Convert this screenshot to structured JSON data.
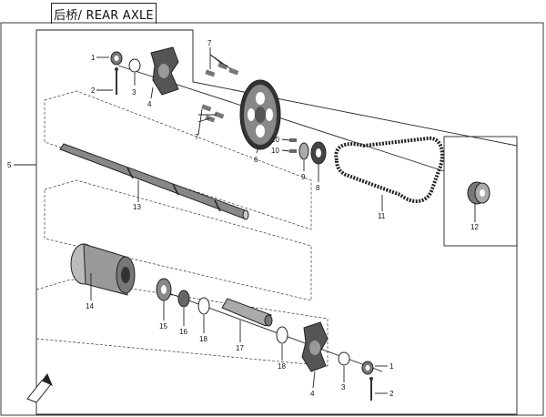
{
  "header": {
    "title": "后桥/ REAR AXLE"
  },
  "callouts": {
    "c1a": "1",
    "c2a": "2",
    "c3a": "3",
    "c4a": "4",
    "c5": "5",
    "c6": "6",
    "c7a": "7",
    "c7b": "7",
    "c8": "8",
    "c9": "9",
    "c10a": "10",
    "c10b": "10",
    "c11": "11",
    "c12": "12",
    "c13": "13",
    "c14": "14",
    "c15": "15",
    "c16": "16",
    "c17": "17",
    "c18a": "18",
    "c18b": "18",
    "c4b": "4",
    "c3b": "3",
    "c1b": "1",
    "c2b": "2"
  },
  "colors": {
    "line": "#222222",
    "part_fill": "#d9d9d9",
    "part_dark": "#555555"
  }
}
